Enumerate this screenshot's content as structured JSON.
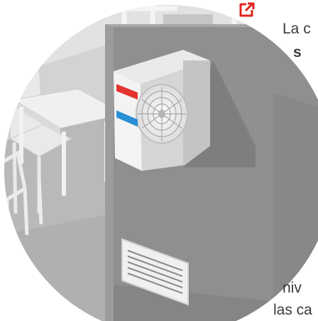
{
  "illustration": {
    "subject": "air-conditioning outdoor unit mounted on interior wall with wall vent grille",
    "colors": {
      "accent": "#e1251b",
      "hot_pipe": "#e3342f",
      "cold_pipe": "#2a8fd6",
      "wall": "#8f8f8f",
      "floor": "#b8b8b8"
    }
  },
  "external_link": {
    "icon": "external-link-icon"
  },
  "side_text": {
    "line1": "La c",
    "line2": "s",
    "line3": "niv",
    "line4": "las ca"
  }
}
